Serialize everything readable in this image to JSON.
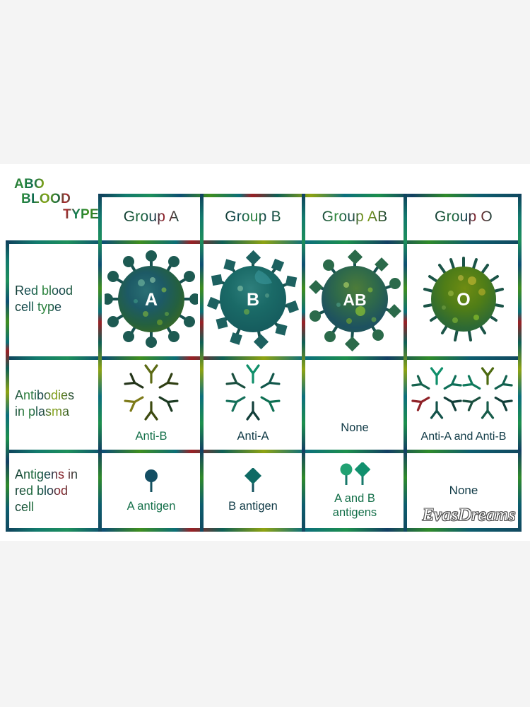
{
  "page": {
    "background_color": "#f4f4f4",
    "card_background": "#ffffff"
  },
  "title": {
    "line1": "ABO",
    "line2": "BLOOD",
    "line3": "TYPE"
  },
  "table": {
    "column_headers": [
      "Group A",
      "Group B",
      "Group AB",
      "Group O"
    ],
    "row_labels": [
      "Red blood\ncell type",
      "Antibodies\nin plasma",
      "Antigens in\nred blood\ncell"
    ],
    "row_labels_lines": [
      [
        "Red blood",
        "cell type"
      ],
      [
        "Antibodies",
        "in plasma"
      ],
      [
        "Antigens in",
        "red blood",
        "cell"
      ]
    ],
    "rows": [
      {
        "label": "Red blood cell type",
        "cells": [
          {
            "cell_letter": "A",
            "antigen_shape": "circle",
            "icon": "red-blood-cell-a"
          },
          {
            "cell_letter": "B",
            "antigen_shape": "diamond",
            "icon": "red-blood-cell-b"
          },
          {
            "cell_letter": "AB",
            "antigen_shape": "mixed",
            "icon": "red-blood-cell-ab"
          },
          {
            "cell_letter": "O",
            "antigen_shape": "none",
            "icon": "red-blood-cell-o"
          }
        ]
      },
      {
        "label": "Antibodies in plasma",
        "cells": [
          {
            "caption": "Anti-B",
            "clusters": 1,
            "icon": "antibody-cluster"
          },
          {
            "caption": "Anti-A",
            "clusters": 1,
            "icon": "antibody-cluster"
          },
          {
            "caption": "None",
            "clusters": 0,
            "icon": "none"
          },
          {
            "caption": "Anti-A and Anti-B",
            "clusters": 2,
            "icon": "antibody-cluster-double"
          }
        ]
      },
      {
        "label": "Antigens in red blood cell",
        "cells": [
          {
            "caption": "A antigen",
            "caption_line2": "",
            "shapes": [
              "circle"
            ],
            "icon": "antigen-circle"
          },
          {
            "caption": "B antigen",
            "caption_line2": "",
            "shapes": [
              "diamond"
            ],
            "icon": "antigen-diamond"
          },
          {
            "caption": "A and B",
            "caption_line2": "antigens",
            "shapes": [
              "circle",
              "diamond"
            ],
            "icon": "antigen-circle-diamond"
          },
          {
            "caption": "None",
            "caption_line2": "",
            "shapes": [],
            "icon": "none"
          }
        ]
      }
    ]
  },
  "watermark": {
    "text": "EvasDreams"
  },
  "colors": {
    "title_green": "#1d6b34",
    "title_red": "#b4232a",
    "header_text": "#134b3e",
    "row_label_text": "#15433b",
    "caption_text": "#103a46",
    "border_teal": "#0e5f6b",
    "cell_a_fill": "#1c5a63",
    "cell_b_fill": "#186a67",
    "cell_ab_fill": "#2c6144",
    "cell_o_fill": "#4d7a20",
    "antibody_stroke": "#123f3a",
    "page_bg": "#f4f4f4"
  }
}
